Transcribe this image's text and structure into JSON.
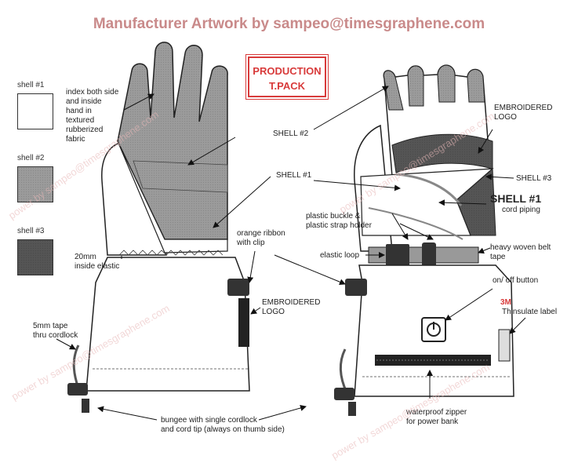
{
  "header": "Manufacturer Artwork by sampeo@timesgraphene.com",
  "stamp": {
    "line1": "PRODUCTION",
    "line2": "T.PACK"
  },
  "swatches": [
    {
      "label": "shell #1",
      "color": "#ffffff"
    },
    {
      "label": "shell #2",
      "color": "#9b9b9b"
    },
    {
      "label": "shell #3",
      "color": "#555555"
    }
  ],
  "left_glove_labels": {
    "index": [
      "index both side",
      "and inside",
      "hand in",
      "textured",
      "rubberized",
      "fabric"
    ],
    "shell2": "SHELL #2",
    "shell1": "SHELL #1",
    "elastic": [
      "20mm",
      "inside elastic"
    ],
    "ribbon": [
      "orange ribbon",
      "with clip"
    ],
    "logo": [
      "EMBROIDERED",
      "LOGO"
    ],
    "tape": [
      "5mm tape",
      "thru cordlock"
    ],
    "bungee": [
      "bungee with single cordlock",
      "and cord tip (always on thumb side)"
    ]
  },
  "right_glove_labels": {
    "logo": [
      "EMBROIDERED",
      "LOGO"
    ],
    "shell3": "SHELL #3",
    "shell1_big": "SHELL #1",
    "piping": "cord piping",
    "buckle": [
      "plastic buckle &",
      "plastic strap holder"
    ],
    "elastic_loop": "elastic loop",
    "belt": [
      "heavy woven belt",
      "tape"
    ],
    "onoff": "on/ off button",
    "brand": "3M",
    "thinsulate": "Thinsulate label",
    "zipper": [
      "waterproof zipper",
      "for power bank"
    ]
  },
  "watermark": "power by sampeo@timesgraphene.com",
  "colors": {
    "header": "#c98a8a",
    "stamp": "#d83a3a",
    "shell2": "#9b9b9b",
    "shell3": "#555555",
    "brand": "#d83a3a"
  }
}
